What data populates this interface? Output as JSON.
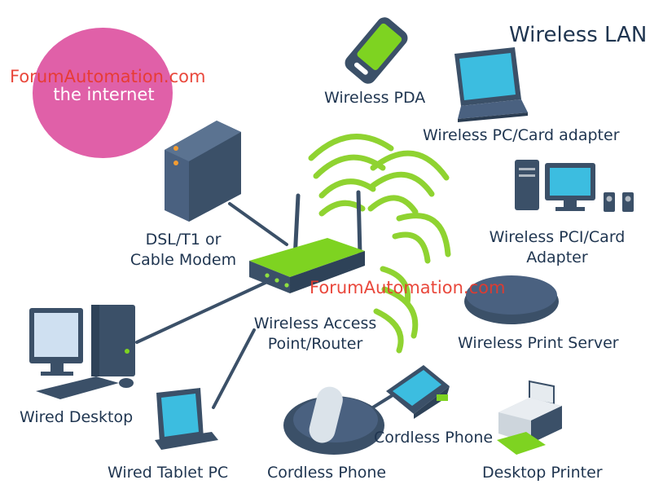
{
  "title": "Wireless LAN",
  "internet": {
    "label": "the internet",
    "color": "#e060a8"
  },
  "watermarks": [
    "ForumAutomation.com",
    "ForumAutomation.com"
  ],
  "colors": {
    "accent_green": "#7ed321",
    "navy": "#3b5068",
    "screen_blue": "#3cbde0",
    "text": "#1f3550",
    "watermark": "#e8392c"
  },
  "devices": {
    "pda": {
      "label": "Wireless PDA",
      "icon": "pda-icon"
    },
    "laptop": {
      "label": "Wireless PC/Card adapter",
      "icon": "laptop-icon"
    },
    "pc_card": {
      "label_line1": "Wireless PCI/Card",
      "label_line2": "Adapter",
      "icon": "desktop-pc-icon"
    },
    "modem": {
      "label_line1": "DSL/T1 or",
      "label_line2": "Cable Modem",
      "icon": "modem-icon"
    },
    "router": {
      "label_line1": "Wireless Access",
      "label_line2": "Point/Router",
      "icon": "router-icon"
    },
    "print_server": {
      "label": "Wireless Print Server",
      "icon": "print-server-icon"
    },
    "wired_desktop": {
      "label": "Wired Desktop",
      "icon": "wired-desktop-icon"
    },
    "tablet": {
      "label": "Wired Tablet PC",
      "icon": "tablet-icon"
    },
    "cordless_phone_handset": {
      "label": "Cordless Phone",
      "icon": "cordless-phone-icon"
    },
    "cordless_phone_base": {
      "label": "Cordless Phone",
      "icon": "phone-base-icon"
    },
    "printer": {
      "label": "Desktop Printer",
      "icon": "printer-icon"
    }
  }
}
